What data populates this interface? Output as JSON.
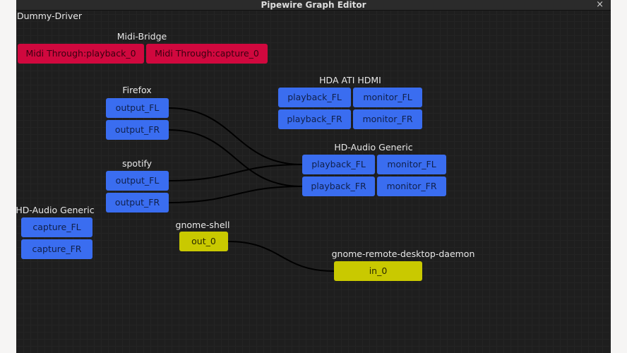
{
  "window": {
    "title": "Pipewire Graph Editor",
    "close_icon": "close-icon"
  },
  "colors": {
    "output_audio": "#3a6df0",
    "midi": "#d0083e",
    "video": "#c9c900",
    "background": "#1e1e1e"
  },
  "nodes": {
    "dummy": {
      "label": "Dummy-Driver"
    },
    "midi": {
      "label": "Midi-Bridge",
      "ports": [
        "Midi Through:playback_0",
        "Midi Through:capture_0"
      ]
    },
    "firefox": {
      "label": "Firefox",
      "ports": [
        "output_FL",
        "output_FR"
      ]
    },
    "spotify": {
      "label": "spotify",
      "ports": [
        "output_FL",
        "output_FR"
      ]
    },
    "hd_in": {
      "label": "HD-Audio Generic",
      "ports": [
        "capture_FL",
        "capture_FR"
      ]
    },
    "gshell": {
      "label": "gnome-shell",
      "ports": [
        "out_0"
      ]
    },
    "grd": {
      "label": "gnome-remote-desktop-daemon",
      "ports": [
        "in_0"
      ]
    },
    "hdmi": {
      "label": "HDA ATI HDMI",
      "ports": [
        "playback_FL",
        "monitor_FL",
        "playback_FR",
        "monitor_FR"
      ]
    },
    "hd_out": {
      "label": "HD-Audio Generic",
      "ports": [
        "playback_FL",
        "monitor_FL",
        "playback_FR",
        "monitor_FR"
      ]
    }
  },
  "links": [
    {
      "from": "Firefox:output_FL",
      "to": "HD-Audio Generic:playback_FL"
    },
    {
      "from": "Firefox:output_FR",
      "to": "HD-Audio Generic:playback_FR"
    },
    {
      "from": "spotify:output_FL",
      "to": "HD-Audio Generic:playback_FL"
    },
    {
      "from": "spotify:output_FR",
      "to": "HD-Audio Generic:playback_FR"
    },
    {
      "from": "gnome-shell:out_0",
      "to": "gnome-remote-desktop-daemon:in_0"
    }
  ]
}
